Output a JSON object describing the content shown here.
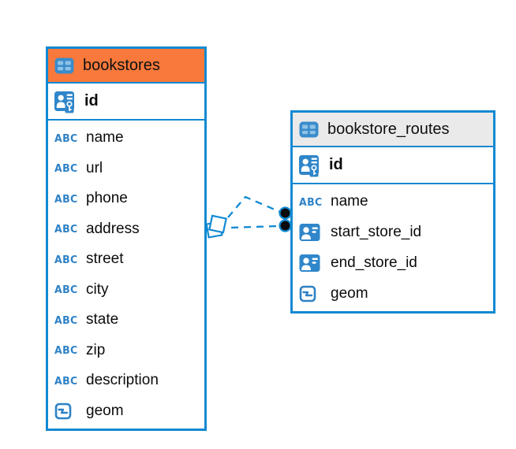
{
  "diagram": {
    "background_color": "#ffffff",
    "accent_blue": "#1189D2",
    "tables": [
      {
        "name": "bookstores",
        "header_style": "background:#F8793B",
        "header_color": "#F8793B",
        "icon": "table-icon",
        "primary_key": {
          "name": "id",
          "icon": "primary-key-user-icon"
        },
        "columns": [
          {
            "name": "name",
            "type": "text",
            "icon": "text-type-icon"
          },
          {
            "name": "url",
            "type": "text",
            "icon": "text-type-icon"
          },
          {
            "name": "phone",
            "type": "text",
            "icon": "text-type-icon"
          },
          {
            "name": "address",
            "type": "text",
            "icon": "text-type-icon"
          },
          {
            "name": "street",
            "type": "text",
            "icon": "text-type-icon"
          },
          {
            "name": "city",
            "type": "text",
            "icon": "text-type-icon"
          },
          {
            "name": "state",
            "type": "text",
            "icon": "text-type-icon"
          },
          {
            "name": "zip",
            "type": "text",
            "icon": "text-type-icon"
          },
          {
            "name": "description",
            "type": "text",
            "icon": "text-type-icon"
          },
          {
            "name": "geom",
            "type": "geometry",
            "icon": "geometry-type-icon"
          }
        ]
      },
      {
        "name": "bookstore_routes",
        "header_style": "background:#EAEAEA",
        "header_color": "#EAEAEA",
        "icon": "table-icon",
        "primary_key": {
          "name": "id",
          "icon": "primary-key-user-icon"
        },
        "columns": [
          {
            "name": "name",
            "type": "text",
            "icon": "text-type-icon"
          },
          {
            "name": "start_store_id",
            "type": "reference",
            "icon": "foreign-key-icon"
          },
          {
            "name": "end_store_id",
            "type": "reference",
            "icon": "foreign-key-icon"
          },
          {
            "name": "geom",
            "type": "geometry",
            "icon": "geometry-type-icon"
          }
        ]
      }
    ],
    "text_type_glyph": "ABC",
    "relations": [
      {
        "from": "bookstore_routes.start_store_id",
        "to": "bookstores.id",
        "line_style": "dashed",
        "color": "#1189D2"
      },
      {
        "from": "bookstore_routes.end_store_id",
        "to": "bookstores.id",
        "line_style": "dashed",
        "color": "#1189D2"
      }
    ]
  }
}
